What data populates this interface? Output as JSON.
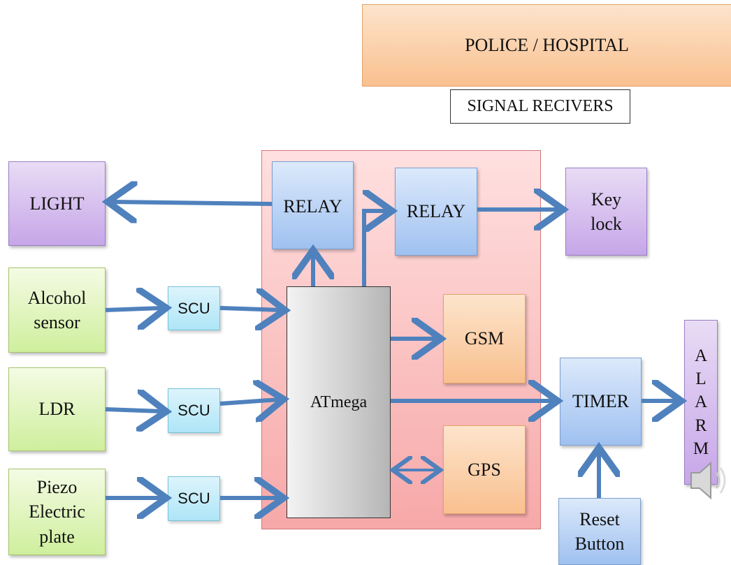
{
  "blocks": {
    "police_hospital": "POLICE / HOSPITAL",
    "signal_receivers": "SIGNAL RECIVERS",
    "light": "LIGHT",
    "relay_left": "RELAY",
    "relay_right": "RELAY",
    "key_lock": "Key\nlock",
    "alcohol_sensor": "Alcohol\nsensor",
    "scu_1": "SCU",
    "scu_2": "SCU",
    "scu_3": "SCU",
    "ldr": "LDR",
    "piezo": "Piezo\nElectric\nplate",
    "atmega": "ATmega",
    "gsm": "GSM",
    "gps": "GPS",
    "timer": "TIMER",
    "alarm": "A\nL\nA\nR\nM",
    "reset_button": "Reset\nButton"
  },
  "colors": {
    "arrow": "#4f81bd",
    "controller_panel": "#f7a8a8",
    "output_block": "#c6a6e8",
    "sensor_block": "#cfef9d",
    "relay_block": "#9fc1f0",
    "scu_block": "#aee5f7",
    "comm_block": "#f9c08f"
  },
  "icons": {
    "speaker": "speaker-icon"
  }
}
